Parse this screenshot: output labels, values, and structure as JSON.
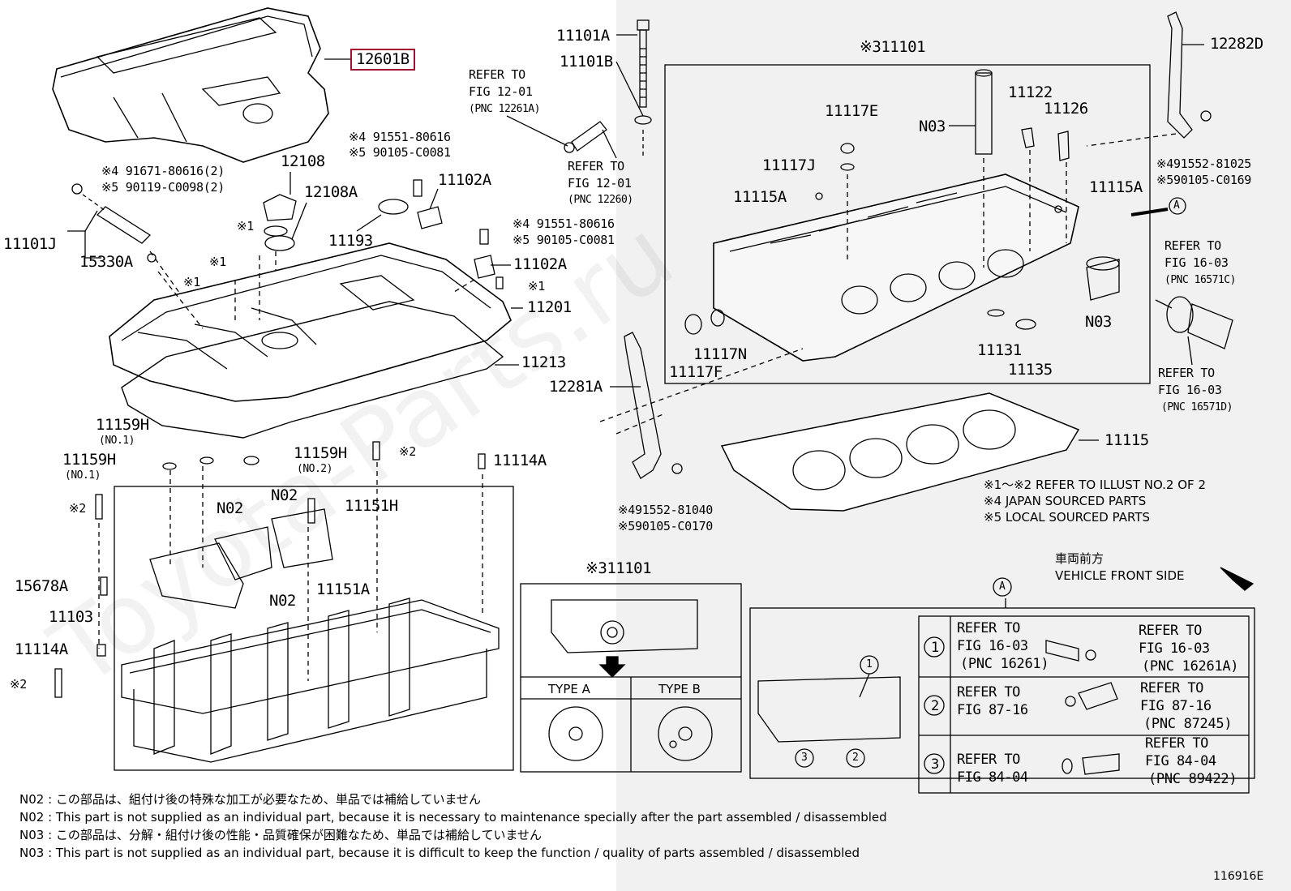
{
  "labels": {
    "l12601B": "12601B",
    "l11101A": "11101A",
    "l11101B": "11101B",
    "lref1201a_1": "REFER TO",
    "lref1201a_2": "FIG 12-01",
    "lref1201a_3": "(PNC 12261A)",
    "lref1201b_1": "REFER TO",
    "lref1201b_2": "FIG 12-01",
    "lref1201b_3": "(PNC 12260)",
    "l91551a": "※4 91551-80616",
    "l90105a": "※5 90105-C0081",
    "l91671": "※4 91671-80616(2)",
    "l90119": "※5 90119-C0098(2)",
    "l12108": "12108",
    "l12108A": "12108A",
    "l11102A_1": "11102A",
    "l11101J": "11101J",
    "l15330A": "15330A",
    "l11193": "11193",
    "l91551b": "※4 91551-80616",
    "l90105b": "※5 90105-C0081",
    "l11102A_2": "11102A",
    "lx1a": "※1",
    "lx1b": "※1",
    "lx1c": "※1",
    "lx1d": "※1",
    "l11201": "11201",
    "l11213": "11213",
    "l11159H_1": "11159H",
    "lno1a": "(NO.1)",
    "l11159H_2": "11159H",
    "lno1b": "(NO.1)",
    "l11159H_3": "11159H",
    "lno2": "(NO.2)",
    "lx2a": "※2",
    "l11114A_1": "11114A",
    "lN02_1": "N02",
    "lN02_2": "N02",
    "l11151H": "11151H",
    "lx2b": "※2",
    "l15678A": "15678A",
    "l11151A": "11151A",
    "lN02_3": "N02",
    "l11103": "11103",
    "l11114A_2": "11114A",
    "lx2c": "※2",
    "l11101_top": "※311101",
    "l11117E": "11117E",
    "lN03_1": "N03",
    "l11122": "11122",
    "l11126": "11126",
    "l11117J": "11117J",
    "l11115A_1": "11115A",
    "l11115A_2": "11115A",
    "l12282D": "12282D",
    "l91552a": "※491552-81025",
    "l90105c": "※590105-C0169",
    "lrefa_right": "A",
    "lref1603a_1": "REFER TO",
    "lref1603a_2": "FIG 16-03",
    "lref1603a_3": "(PNC 16571C)",
    "lN03_2": "N03",
    "l11117N": "11117N",
    "l11117F": "11117F",
    "l11131": "11131",
    "l11135": "11135",
    "lref1603b_1": "REFER TO",
    "lref1603b_2": "FIG 16-03",
    "lref1603b_3": "(PNC 16571D)",
    "l12281A": "12281A",
    "l11115": "11115",
    "l91552b": "※491552-81040",
    "l90105d": "※590105-C0170",
    "l11101_inset": "※311101",
    "ltypeA": "TYPE A",
    "ltypeB": "TYPE B",
    "lcircA": "A",
    "l116916E": "116916E"
  },
  "legend": {
    "x12": "※1～※2  REFER TO ILLUST NO.2 OF 2",
    "x4": "※4 JAPAN SOURCED PARTS",
    "x5": "※5 LOCAL SOURCED PARTS"
  },
  "front": {
    "jp": "車両前方",
    "en": "VEHICLE FRONT SIDE"
  },
  "ref_table": {
    "row1": {
      "num": "1",
      "l1": "REFER TO",
      "l2": "FIG 16-03",
      "l3": "(PNC 16261)",
      "r1": "REFER TO",
      "r2": "FIG 16-03",
      "r3": "(PNC 16261A)"
    },
    "row2": {
      "num": "2",
      "l1": "REFER TO",
      "l2": "FIG 87-16",
      "r1": "REFER TO",
      "r2": "FIG 87-16",
      "r3": "(PNC 87245)"
    },
    "row3": {
      "num": "3",
      "l1": "REFER TO",
      "l2": "FIG 84-04",
      "r1": "REFER TO",
      "r2": "FIG 84-04",
      "r3": "(PNC 89422)"
    }
  },
  "inset_callouts": {
    "c1": "1",
    "c2": "2",
    "c3": "3"
  },
  "notes": {
    "n1": "N02 : この部品は、組付け後の特殊な加工が必要なため、単品では補給していません",
    "n2": "N02 : This part is not supplied as an individual part, because it is necessary to maintenance specially after the part assembled / disassembled",
    "n3": "N03 : この部品は、分解・組付け後の性能・品質確保が困難なため、単品では補給していません",
    "n4": "N03 : This part is not supplied as an individual part, because it is difficult to keep the function / quality of parts  assembled / disassembled"
  },
  "watermark": "Toyota-Parts.ru",
  "colors": {
    "highlight": "#a01030",
    "right_panel_bg": "#f1f1f1",
    "line": "#000000"
  }
}
